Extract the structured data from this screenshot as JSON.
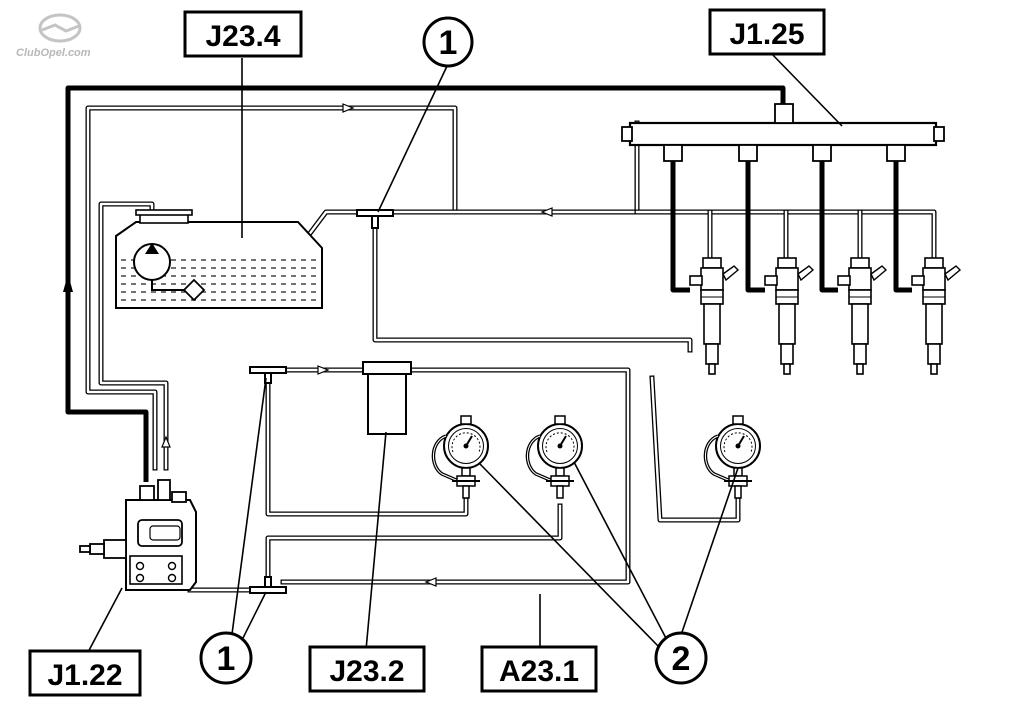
{
  "logo": {
    "text": "ClubOpel.com"
  },
  "labels": {
    "j23_4": "J23.4",
    "j1_25": "J1.25",
    "j1_22": "J1.22",
    "j23_2": "J23.2",
    "a23_1": "A23.1"
  },
  "callouts": {
    "one_top": "1",
    "one_bottom": "1",
    "two": "2"
  }
}
